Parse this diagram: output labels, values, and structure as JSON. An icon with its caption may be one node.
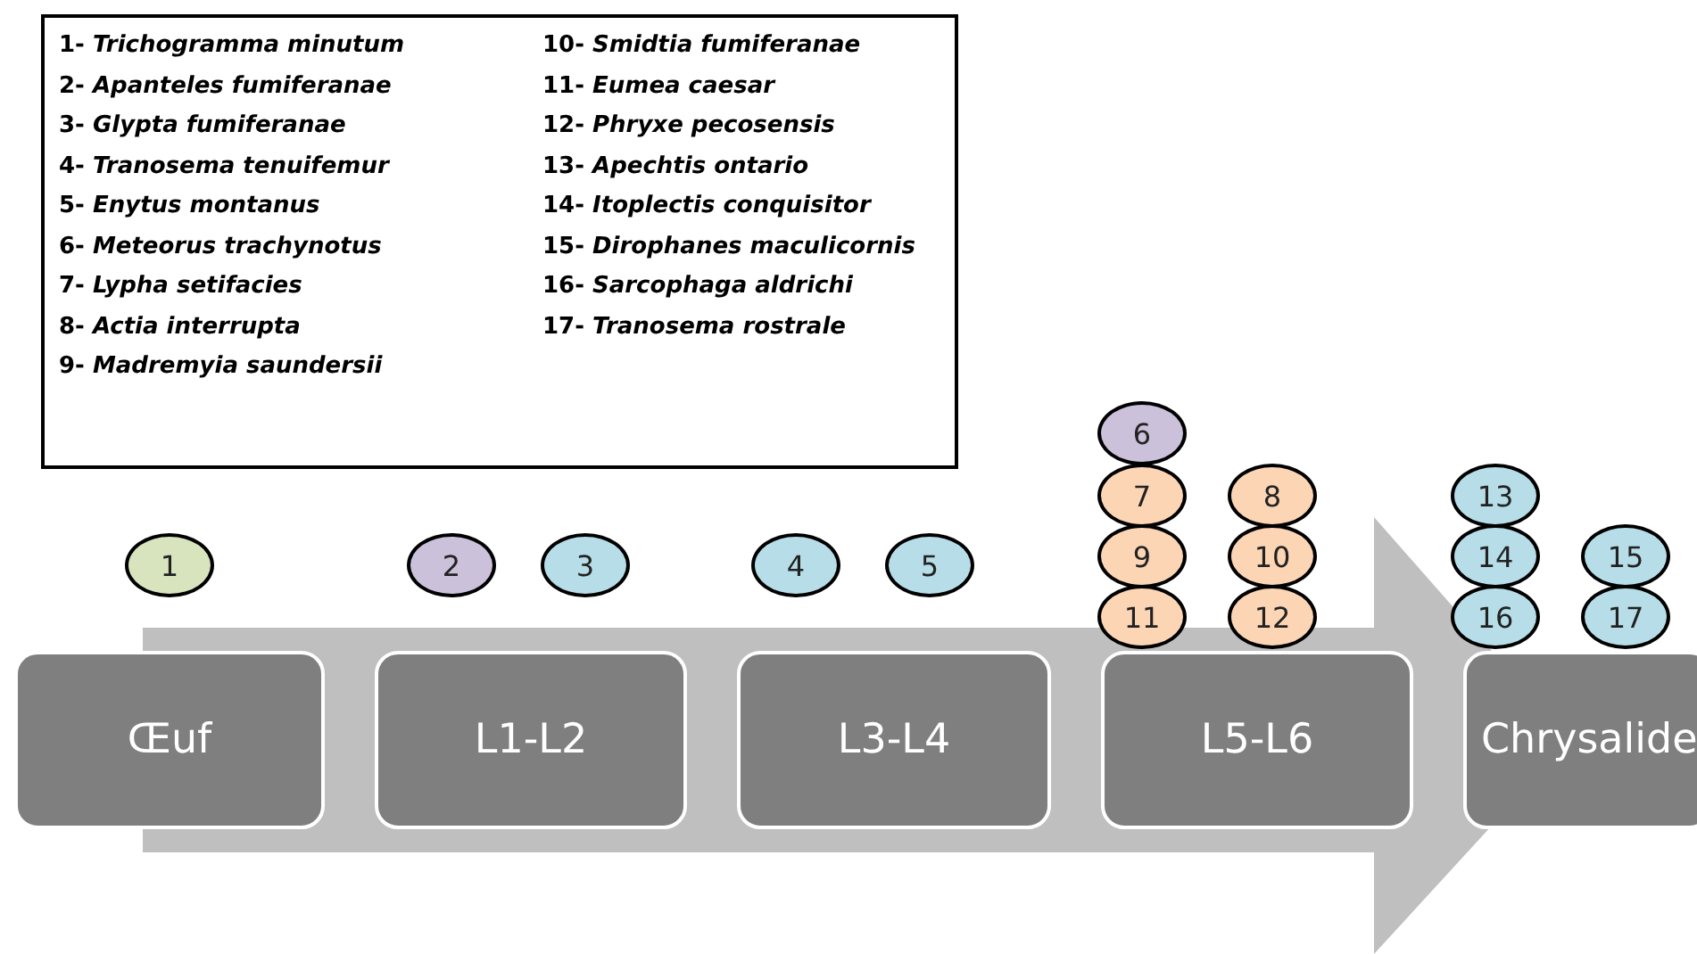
{
  "diagram": {
    "nodes": [
      {
        "text": [
          "Œuf"
        ]
      },
      {
        "text": [
          "L1-L2"
        ]
      },
      {
        "text": [
          "L3-L4"
        ]
      },
      {
        "text": [
          "L5-L6"
        ]
      },
      {
        "text": [
          "Chrysalide"
        ]
      },
      {
        "text": [
          "1"
        ]
      },
      {
        "text": [
          "2"
        ]
      },
      {
        "text": [
          "3"
        ]
      },
      {
        "text": [
          "4"
        ]
      },
      {
        "text": [
          "5"
        ]
      },
      {
        "text": [
          "6"
        ]
      },
      {
        "text": [
          "7"
        ]
      },
      {
        "text": [
          "8"
        ]
      },
      {
        "text": [
          "9"
        ]
      },
      {
        "text": [
          "10"
        ]
      },
      {
        "text": [
          "11"
        ]
      },
      {
        "text": [
          "12"
        ]
      },
      {
        "text": [
          "13"
        ]
      },
      {
        "text": [
          "14"
        ]
      },
      {
        "text": [
          "15"
        ]
      },
      {
        "text": [
          "16"
        ]
      },
      {
        "text": [
          "17"
        ]
      }
    ],
    "edges": [],
    "labels": [
      "1- *Trichogramma minutum*",
      "2- *Apanteles fumiferanae*",
      "3- *Glypta fumiferanae*",
      "4- *Tranosema tenuifemur*",
      "5- *Enytus montanus*",
      "6- *Meteorus trachynotus*",
      "7- *Lypha setifacies*",
      "8- *Actia interrupta*",
      "9- *Madremyia saundersii*",
      "10- *Smidtia fumiferanae*",
      "11- *Eumea caesar*",
      "12- *Phryxe pecosensis*",
      "13- *Apechtis ontario*",
      "14- *Itoplectis conquisitor*",
      "15- *Dirophanes maculicornis*",
      "16- *Sarcophaga aldrichi*",
      "17- *Tranosema rostrale*"
    ]
  }
}
